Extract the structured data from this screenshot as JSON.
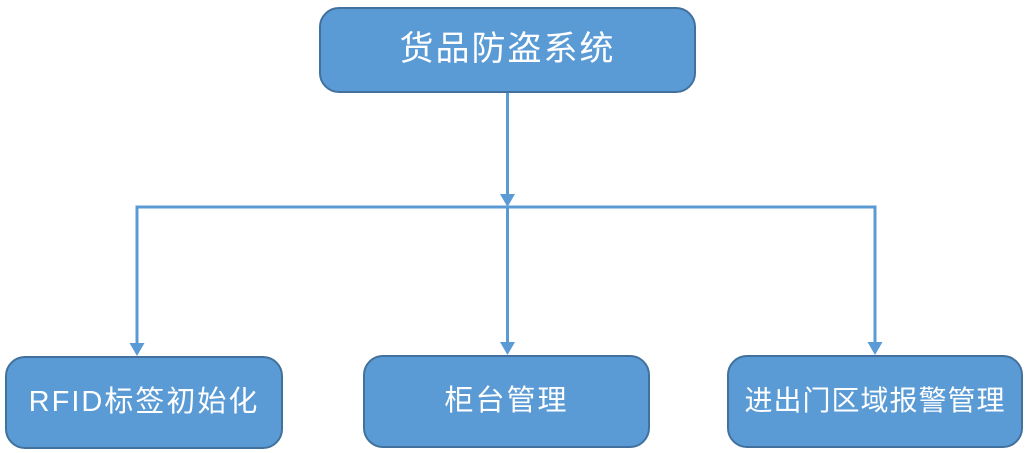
{
  "diagram": {
    "type": "org-chart",
    "root": {
      "id": "anti-theft-system",
      "label": "货品防盗系统"
    },
    "children": [
      {
        "id": "rfid-tag-initialization",
        "label": "RFID标签初始化"
      },
      {
        "id": "counter-management",
        "label": "柜台管理"
      },
      {
        "id": "entry-exit-area-alarm-management",
        "label": "进出门区域报警管理"
      }
    ],
    "edges": [
      {
        "from": "anti-theft-system",
        "to": "rfid-tag-initialization",
        "arrow": "down"
      },
      {
        "from": "anti-theft-system",
        "to": "counter-management",
        "arrow": "down"
      },
      {
        "from": "anti-theft-system",
        "to": "entry-exit-area-alarm-management",
        "arrow": "down"
      }
    ]
  },
  "colors": {
    "box_fill": "#5B9BD5",
    "box_border": "#41719C",
    "connector": "#5B9BD5",
    "text": "#FFFFFF",
    "background": "#FFFFFF"
  }
}
